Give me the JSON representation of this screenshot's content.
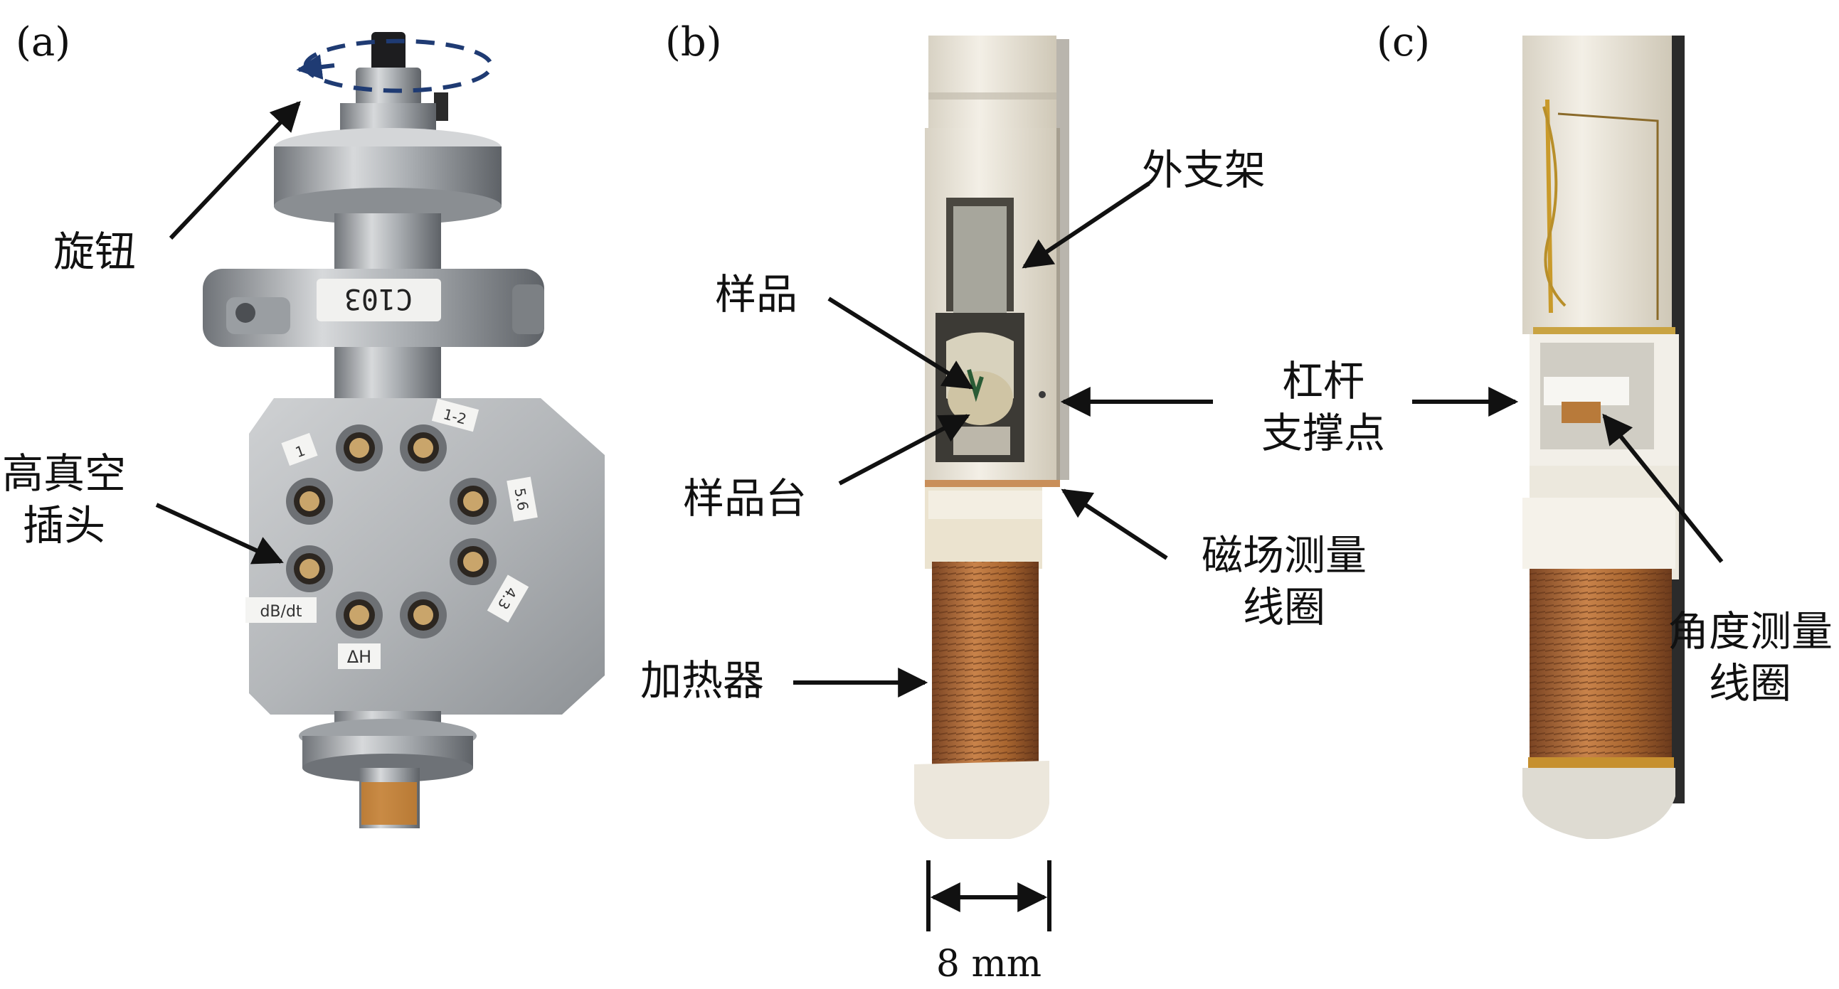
{
  "panels": [
    {
      "id": "a",
      "label": "(a)"
    },
    {
      "id": "b",
      "label": "(b)"
    },
    {
      "id": "c",
      "label": "(c)"
    }
  ],
  "annotations": {
    "knob": "旋钮",
    "vacuum_plug_line1": "高真空",
    "vacuum_plug_line2": "插头",
    "outer_frame": "外支架",
    "sample": "样品",
    "sample_stage": "样品台",
    "lever_line1": "杠杆",
    "lever_line2": "支撑点",
    "field_coil_line1": "磁场测量",
    "field_coil_line2": "线圈",
    "heater": "加热器",
    "angle_coil_line1": "角度测量",
    "angle_coil_line2": "线圈"
  },
  "device_labels": {
    "flange_tag": "C103",
    "port_top_left": "1",
    "port_top_right": "1-2",
    "port_right_1": "5.6",
    "port_right_2": "4.3",
    "port_left_bottom": "dB/dt",
    "port_bottom": "ΔH"
  },
  "scale_bar": {
    "label": "8 mm"
  },
  "colors": {
    "steel": "#b9bcbf",
    "ceramic": "#e9e4d8",
    "copper": "#b8713a",
    "arrow": "#111111",
    "rotate_arrow": "#1f3b73"
  }
}
